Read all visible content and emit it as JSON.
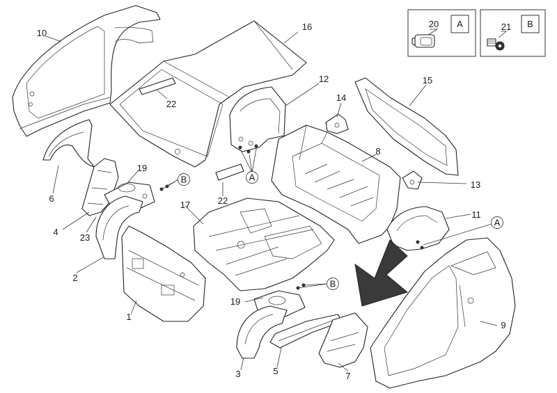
{
  "legend": {
    "box_a": {
      "number": "20",
      "letter": "A"
    },
    "box_b": {
      "number": "21",
      "letter": "B"
    }
  },
  "callouts": {
    "a_top": "A",
    "a_right": "A",
    "b_left": "B",
    "b_bottom": "B"
  },
  "parts": {
    "p1": "1",
    "p2": "2",
    "p3": "3",
    "p4": "4",
    "p5": "5",
    "p6": "6",
    "p7": "7",
    "p8": "8",
    "p9": "9",
    "p10": "10",
    "p11": "11",
    "p12": "12",
    "p13": "13",
    "p14": "14",
    "p15": "15",
    "p16": "16",
    "p17": "17",
    "p19a": "19",
    "p19b": "19",
    "p22a": "22",
    "p22b": "22",
    "p23": "23"
  },
  "colors": {
    "line": "#222222",
    "arrow": "#3a3a3a",
    "background": "#ffffff"
  }
}
